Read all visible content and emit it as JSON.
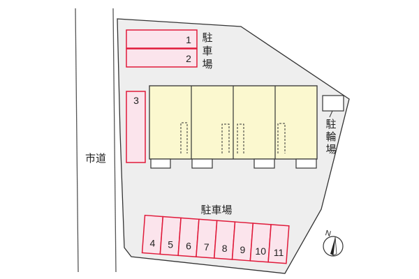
{
  "map": {
    "road_label": "市道",
    "parking_top_label_chars": [
      "駐",
      "車",
      "場"
    ],
    "bike_parking_label_chars": [
      "駐",
      "輪",
      "場"
    ],
    "parking_bottom_label": "駐車場",
    "compass_letter": "N",
    "spaces_top": [
      "1",
      "2"
    ],
    "space_side": "3",
    "spaces_bottom": [
      "4",
      "5",
      "6",
      "7",
      "8",
      "9",
      "10",
      "11"
    ]
  },
  "colors": {
    "lot_fill": "#eeeeee",
    "lot_stroke": "#333333",
    "building_fill": "#fbf8cf",
    "parking_fill": "#fbe4ec",
    "parking_stroke": "#e01a3a",
    "road_stroke": "#555555"
  }
}
